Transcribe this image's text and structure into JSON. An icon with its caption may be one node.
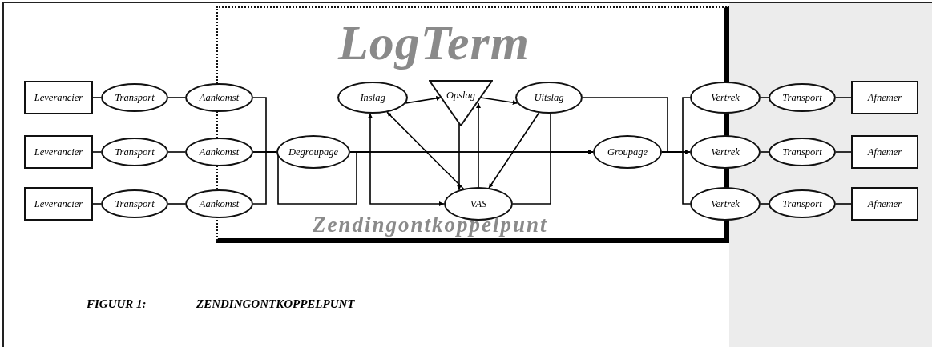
{
  "diagram": {
    "nodes": [
      {
        "text": [
          "LogTerm",
          "Zendingontkoppelpunt"
        ]
      },
      {
        "text": [
          "Leverancier"
        ]
      },
      {
        "text": [
          "Leverancier"
        ]
      },
      {
        "text": [
          "Leverancier"
        ]
      },
      {
        "text": [
          "Transport"
        ]
      },
      {
        "text": [
          "Transport"
        ]
      },
      {
        "text": [
          "Transport"
        ]
      },
      {
        "text": [
          "Aankomst"
        ]
      },
      {
        "text": [
          "Aankomst"
        ]
      },
      {
        "text": [
          "Aankomst"
        ]
      },
      {
        "text": [
          "Degroupage"
        ],
        "in": 0
      },
      {
        "text": [
          "Inslag"
        ],
        "in": 0
      },
      {
        "text": [
          "Opslag"
        ],
        "in": 0
      },
      {
        "text": [
          "Uitslag"
        ],
        "in": 0
      },
      {
        "text": [
          "VAS"
        ],
        "in": 0
      },
      {
        "text": [
          "Groupage"
        ],
        "in": 0
      },
      {
        "text": [
          "Vertrek"
        ]
      },
      {
        "text": [
          "Vertrek"
        ]
      },
      {
        "text": [
          "Vertrek"
        ]
      },
      {
        "text": [
          "Transport"
        ]
      },
      {
        "text": [
          "Transport"
        ]
      },
      {
        "text": [
          "Transport"
        ]
      },
      {
        "text": [
          "Afnemer"
        ]
      },
      {
        "text": [
          "Afnemer"
        ]
      },
      {
        "text": [
          "Afnemer"
        ]
      }
    ],
    "edges": [
      {
        "from": 1,
        "to": 4,
        "arrow": "none"
      },
      {
        "from": 2,
        "to": 5,
        "arrow": "none"
      },
      {
        "from": 3,
        "to": 6,
        "arrow": "none"
      },
      {
        "from": 4,
        "to": 7,
        "arrow": "none"
      },
      {
        "from": 5,
        "to": 8,
        "arrow": "none"
      },
      {
        "from": 6,
        "to": 9,
        "arrow": "none"
      },
      {
        "from": 7,
        "to": 10,
        "arrow": "none"
      },
      {
        "from": 8,
        "to": 10,
        "arrow": "none"
      },
      {
        "from": 9,
        "to": 10,
        "arrow": "none"
      },
      {
        "from": 8,
        "to": 15,
        "arrow": "to"
      },
      {
        "from": 10,
        "to": 15,
        "arrow": "none"
      },
      {
        "from": 10,
        "to": 11,
        "arrow": "to"
      },
      {
        "from": 10,
        "to": 14,
        "arrow": "to"
      },
      {
        "from": 11,
        "to": 12,
        "arrow": "to"
      },
      {
        "from": 12,
        "to": 13,
        "arrow": "to"
      },
      {
        "from": 12,
        "to": 14,
        "arrow": "to"
      },
      {
        "from": 14,
        "to": 12,
        "arrow": "to"
      },
      {
        "from": 14,
        "to": 11,
        "arrow": "to"
      },
      {
        "from": 13,
        "to": 14,
        "arrow": "to"
      },
      {
        "from": 13,
        "to": 15,
        "arrow": "to"
      },
      {
        "from": 14,
        "to": 15,
        "arrow": "to"
      },
      {
        "from": 13,
        "to": 17,
        "arrow": "to"
      },
      {
        "from": 15,
        "to": 16,
        "arrow": "none"
      },
      {
        "from": 15,
        "to": 17,
        "arrow": "none"
      },
      {
        "from": 15,
        "to": 18,
        "arrow": "none"
      },
      {
        "from": 16,
        "to": 19,
        "arrow": "none"
      },
      {
        "from": 17,
        "to": 20,
        "arrow": "none"
      },
      {
        "from": 18,
        "to": 21,
        "arrow": "none"
      },
      {
        "from": 19,
        "to": 22,
        "arrow": "none"
      },
      {
        "from": 20,
        "to": 23,
        "arrow": "none"
      },
      {
        "from": 21,
        "to": 24,
        "arrow": "none"
      }
    ],
    "labels": [
      "FIGUUR 1:",
      "ZENDINGONTKOPPELPUNT"
    ]
  }
}
